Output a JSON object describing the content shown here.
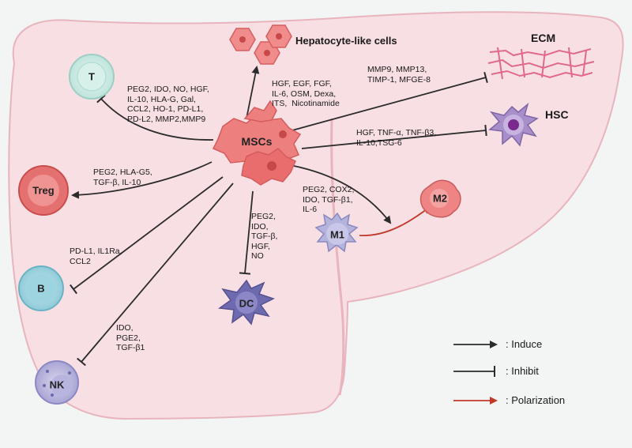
{
  "center": {
    "label": "MSCs"
  },
  "cells": {
    "t": "T",
    "treg": "Treg",
    "b": "B",
    "nk": "NK",
    "dc": "DC",
    "m1": "M1",
    "m2": "M2",
    "hsc": "HSC",
    "ecm": "ECM",
    "hepatocyte": "Hepatocyte-like cells"
  },
  "factors": {
    "t": "PEG2, IDO, NO, HGF,\nIL-10, HLA-G, Gal,\nCCL2, HO-1, PD-L1,\nPD-L2, MMP2,MMP9",
    "hepatocyte": "HGF, EGF, FGF,\nIL-6, OSM, Dexa,\nITS,  Nicotinamide",
    "ecm": "MMP9, MMP13,\nTIMP-1, MFGE-8",
    "hsc": "HGF, TNF-α, TNF-β3,\nIL-10,TSG-6",
    "treg": "PEG2, HLA-G5,\nTGF-β, IL-10",
    "b": "PD-L1, IL1Ra,\nCCL2",
    "nk": "IDO,\nPGE2,\nTGF-β1",
    "dc": "PEG2,\nIDO,\nTGF-β,\nHGF,\nNO",
    "m1": "PEG2, COX2,\nIDO, TGF-β1,\nIL-6"
  },
  "legend": {
    "induce": ": Induce",
    "inhibit": ": Inhibit",
    "polarization": ": Polarization"
  },
  "colors": {
    "liver_fill": "#f8dfe3",
    "liver_stroke": "#e8b4bd",
    "msc": "#ee7f7f",
    "arrow": "#2b2b2b",
    "polarization": "#c0392b"
  }
}
